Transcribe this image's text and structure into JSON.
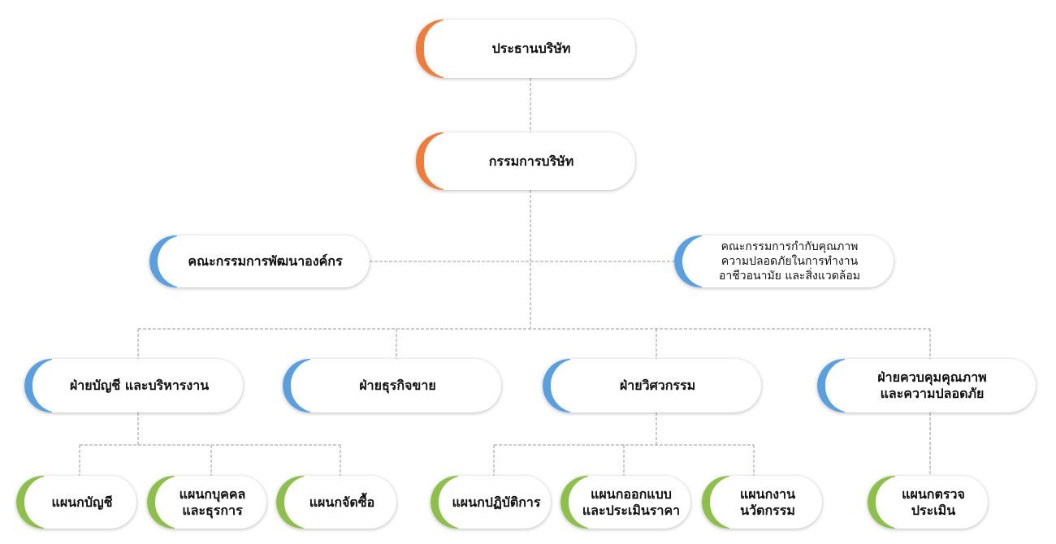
{
  "colors": {
    "executive": "#f07c3c",
    "department": "#5a9fe0",
    "section": "#8cc04a",
    "connector": "#9a9a9a"
  },
  "nodes": {
    "president": "ประธานบริษัท",
    "board": "กรรมการบริษัท",
    "org_dev_committee": "คณะกรรมการพัฒนาองค์กร",
    "safety_committee": [
      "คณะกรรมการกำกับคุณภาพ",
      "ความปลอดภัยในการทำงาน",
      "อาชีวอนามัย และสิ่งแวดล้อม"
    ],
    "accounting_admin_dept": "ฝ่ายบัญชี และบริหารงาน",
    "sales_dept": "ฝ่ายธุรกิจขาย",
    "engineering_dept": "ฝ่ายวิศวกรรม",
    "qc_safety_dept": [
      "ฝ่ายควบคุมคุณภาพ",
      "และความปลอดภัย"
    ],
    "accounting_section": "แผนกบัญชี",
    "hr_section": [
      "แผนกบุคคล",
      "และธุรการ"
    ],
    "purchasing_section": "แผนกจัดซื้อ",
    "operations_section": "แผนกปฏิบัติการ",
    "design_section": [
      "แผนกออกแบบ",
      "และประเมินราคา"
    ],
    "innovation_section": [
      "แผนกงาน",
      "นวัตกรรม"
    ],
    "inspection_section": [
      "แผนกตรวจ",
      "ประเมิน"
    ]
  }
}
